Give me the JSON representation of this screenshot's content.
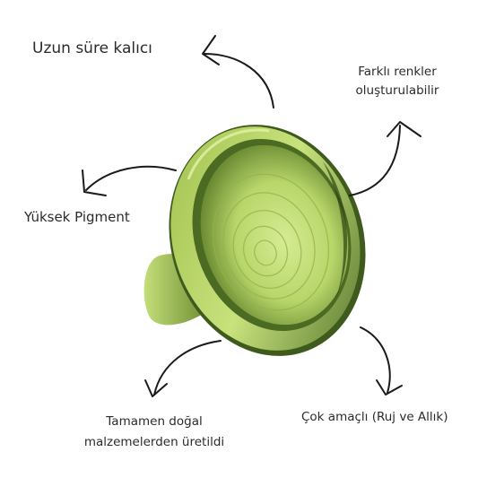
{
  "features": {
    "long_lasting": "Uzun süre kalıcı",
    "colors": [
      "Farklı renkler",
      "oluşturulabilir"
    ],
    "pigment": "Yüksek Pigment",
    "natural": [
      "Tamamen doğal",
      "malzemelerden üretildi"
    ],
    "multi_purpose": "Çok amaçlı (Ruj ve Allık)"
  },
  "colors": {
    "product_light": "#cfe88a",
    "product_mid": "#a9c957",
    "product_dark": "#3f5a1e",
    "text": "#2b2b2b",
    "arrow": "#1a1a1a"
  }
}
